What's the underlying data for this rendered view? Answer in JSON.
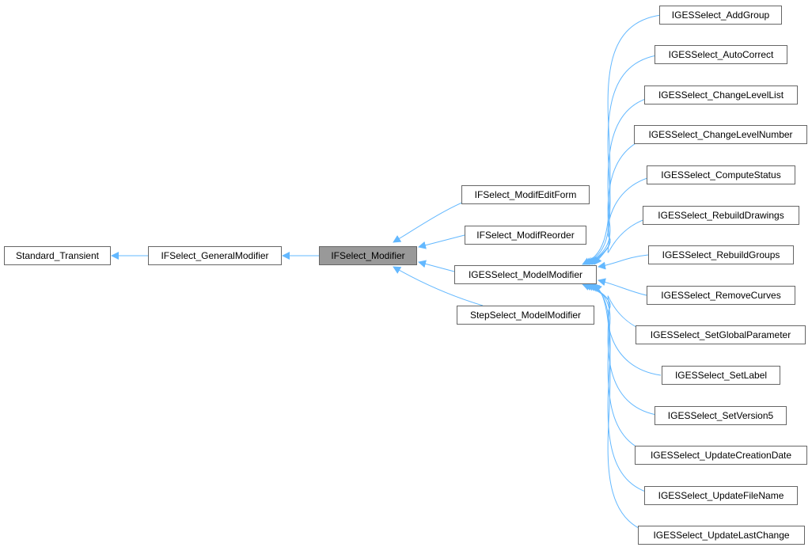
{
  "diagram": {
    "edge_color": "#63b8ff",
    "focus_fill": "#999999",
    "nodes": {
      "standard_transient": "Standard_Transient",
      "general_modifier": "IFSelect_GeneralModifier",
      "modifier": "IFSelect_Modifier",
      "modif_edit_form": "IFSelect_ModifEditForm",
      "modif_reorder": "IFSelect_ModifReorder",
      "iges_model_modifier": "IGESSelect_ModelModifier",
      "step_model_modifier": "StepSelect_ModelModifier",
      "add_group": "IGESSelect_AddGroup",
      "auto_correct": "IGESSelect_AutoCorrect",
      "change_level_list": "IGESSelect_ChangeLevelList",
      "change_level_number": "IGESSelect_ChangeLevelNumber",
      "compute_status": "IGESSelect_ComputeStatus",
      "rebuild_drawings": "IGESSelect_RebuildDrawings",
      "rebuild_groups": "IGESSelect_RebuildGroups",
      "remove_curves": "IGESSelect_RemoveCurves",
      "set_global_parameter": "IGESSelect_SetGlobalParameter",
      "set_label": "IGESSelect_SetLabel",
      "set_version5": "IGESSelect_SetVersion5",
      "update_creation_date": "IGESSelect_UpdateCreationDate",
      "update_file_name": "IGESSelect_UpdateFileName",
      "update_last_change": "IGESSelect_UpdateLastChange"
    }
  }
}
